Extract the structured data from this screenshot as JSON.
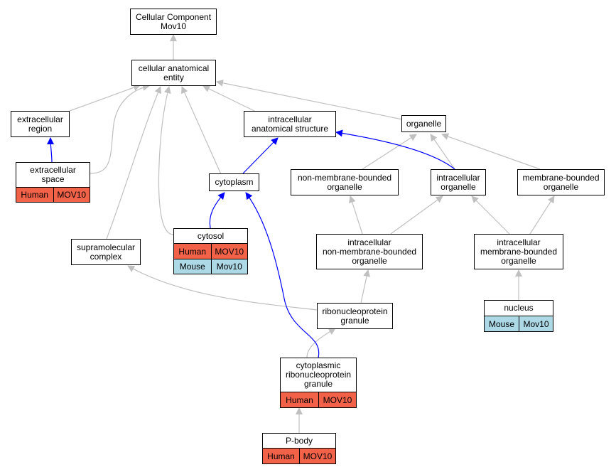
{
  "colors": {
    "human": "#f26249",
    "mouse": "#add8e6",
    "edge_is_a": "#c0c0c0",
    "edge_annotated": "#0000ff"
  },
  "nodes": {
    "cc_mov10": "Cellular Component\nMov10",
    "cellular_anatomical_entity": "cellular anatomical\nentity",
    "extracellular_region": "extracellular\nregion",
    "intracellular_anatomical_structure": "intracellular\nanatomical structure",
    "organelle": "organelle",
    "extracellular_space": "extracellular\nspace",
    "cytoplasm": "cytoplasm",
    "non_membrane_bounded_organelle": "non-membrane-bounded\norganelle",
    "intracellular_organelle": "intracellular\norganelle",
    "membrane_bounded_organelle": "membrane-bounded\norganelle",
    "cytosol": "cytosol",
    "supramolecular_complex": "supramolecular\ncomplex",
    "intracellular_non_membrane_bounded_organelle": "intracellular\nnon-membrane-bounded\norganelle",
    "intracellular_membrane_bounded_organelle": "intracellular\nmembrane-bounded\norganelle",
    "ribonucleoprotein_granule": "ribonucleoprotein\ngranule",
    "nucleus": "nucleus",
    "cytoplasmic_ribonucleoprotein_granule": "cytoplasmic\nribonucleoprotein\ngranule",
    "p_body": "P-body"
  },
  "annotations": {
    "extracellular_space": [
      {
        "species": "Human",
        "gene": "MOV10"
      }
    ],
    "cytosol": [
      {
        "species": "Human",
        "gene": "MOV10"
      },
      {
        "species": "Mouse",
        "gene": "Mov10"
      }
    ],
    "nucleus": [
      {
        "species": "Mouse",
        "gene": "Mov10"
      }
    ],
    "cytoplasmic_ribonucleoprotein_granule": [
      {
        "species": "Human",
        "gene": "MOV10"
      }
    ],
    "p_body": [
      {
        "species": "Human",
        "gene": "MOV10"
      }
    ]
  }
}
